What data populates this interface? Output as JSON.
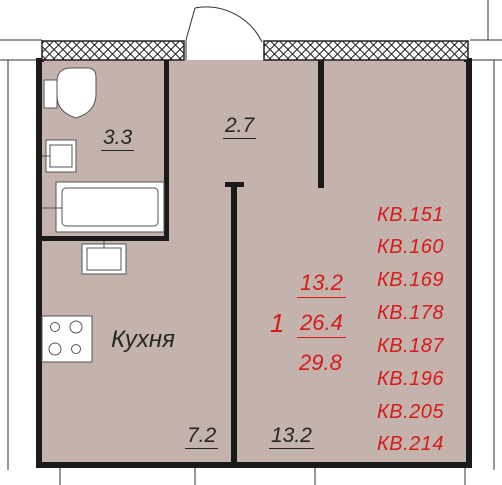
{
  "plan": {
    "rooms": {
      "bathroom_area": "3.3",
      "hall_area": "2.7",
      "kitchen_label": "Кухня",
      "kitchen_area": "7.2",
      "living_area": "13.2"
    },
    "summary": {
      "rooms_count": "1",
      "living_area": "13.2",
      "total_area": "26.4",
      "total_with_balcony": "29.8"
    },
    "apartments": [
      "КВ.151",
      "КВ.160",
      "КВ.169",
      "КВ.178",
      "КВ.187",
      "КВ.196",
      "КВ.205",
      "КВ.214"
    ],
    "colors": {
      "floor": "#c4b3ad",
      "wall": "#1a1a1a",
      "accent": "#d71a1a"
    },
    "icons": [
      "toilet-icon",
      "sink-icon",
      "bathtub-icon",
      "kitchen-sink-icon",
      "stove-icon",
      "door-swing-icon",
      "window-hatch-icon"
    ]
  }
}
